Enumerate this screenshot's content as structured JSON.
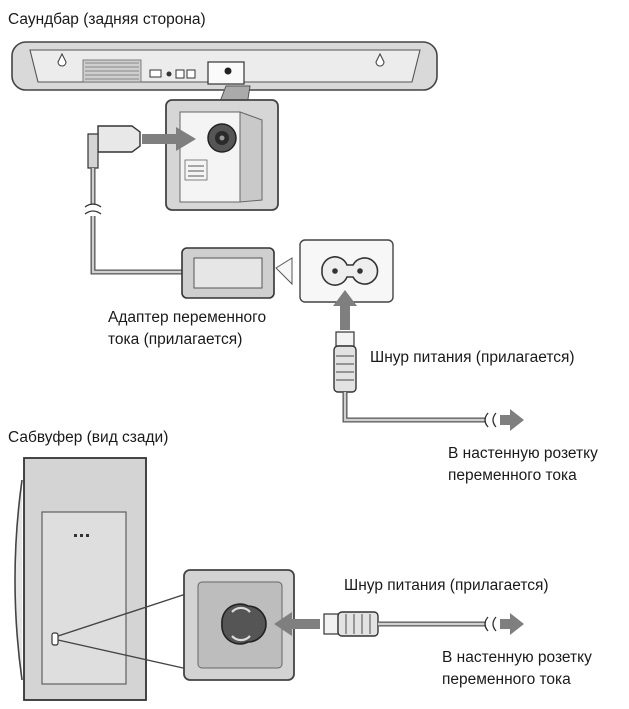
{
  "labels": {
    "soundbar_title": "Саундбар (задняя сторона)",
    "adapter_line1": "Адаптер переменного",
    "adapter_line2": "тока (прилагается)",
    "power_cord_top": "Шнур питания (прилагается)",
    "outlet_top_line1": "В настенную розетку",
    "outlet_top_line2": "переменного тока",
    "subwoofer_title": "Сабвуфер (вид сзади)",
    "power_cord_bottom": "Шнур питания (прилагается)",
    "outlet_bottom_line1": "В настенную розетку",
    "outlet_bottom_line2": "переменного тока"
  },
  "icons": {
    "arrow": "arrow-right-icon",
    "outlet": "figure-eight-socket-icon"
  }
}
